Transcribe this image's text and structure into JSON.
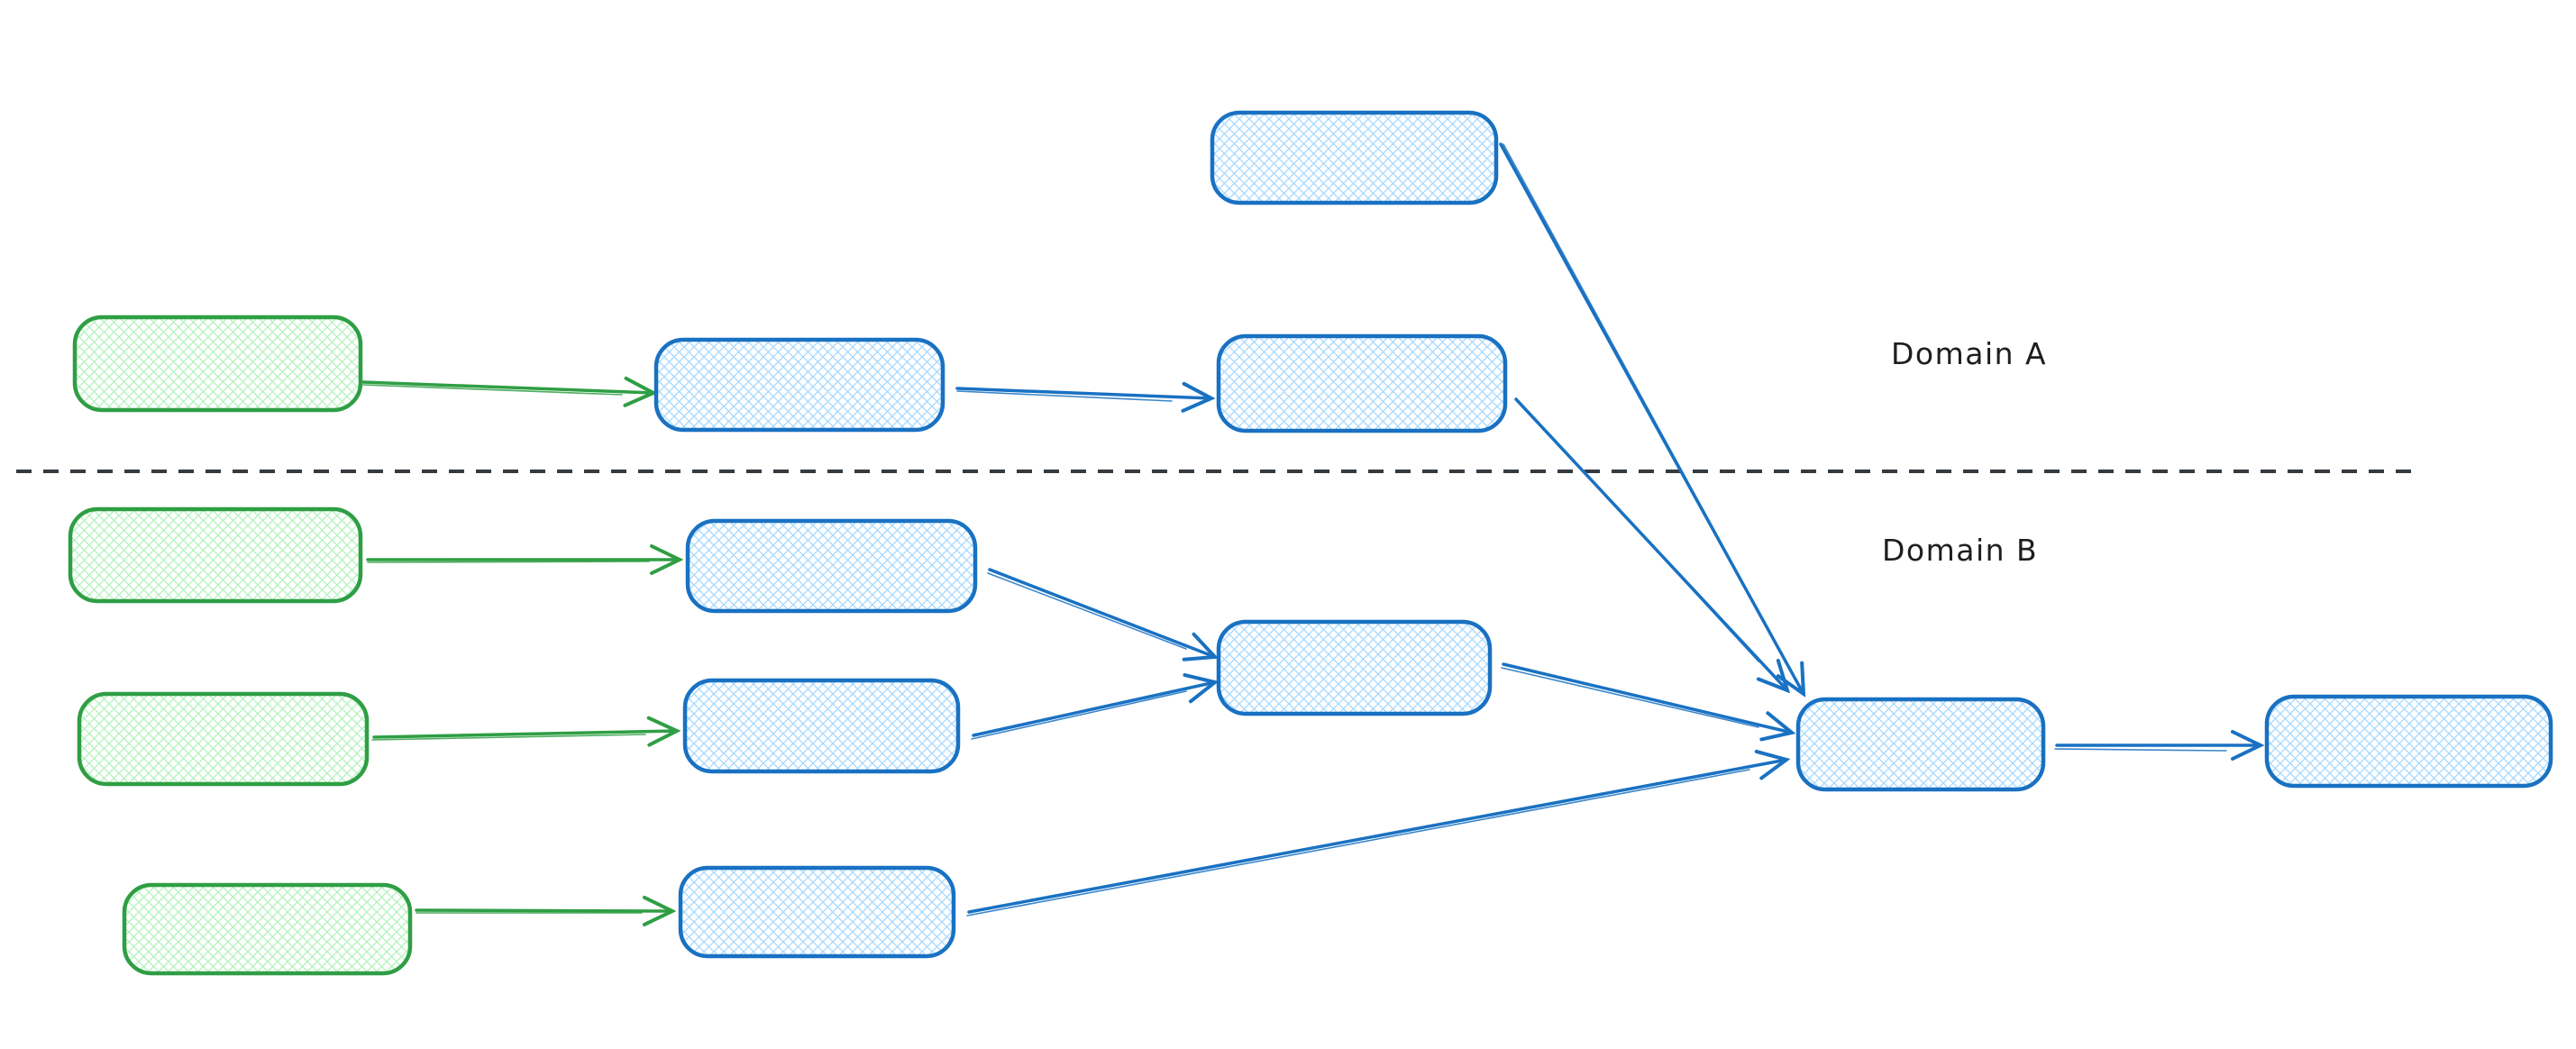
{
  "labels": {
    "domain_a": "Domain A",
    "domain_b": "Domain B"
  },
  "colors": {
    "background": "#ffffff",
    "node_blue_stroke": "#1971c2",
    "node_blue_fill": "#a5d8ff",
    "node_green_stroke": "#2f9e44",
    "node_green_fill": "#b2f2bb",
    "divider": "#343a40",
    "label_text": "#1e1e1e"
  },
  "nodes": [
    {
      "id": "blue-top",
      "color": "blue",
      "region": "domain-a",
      "fill_style": "cross-hatch"
    },
    {
      "id": "green-a",
      "color": "green",
      "region": "domain-a",
      "fill_style": "cross-hatch"
    },
    {
      "id": "blue-a1",
      "color": "blue",
      "region": "domain-a",
      "fill_style": "cross-hatch"
    },
    {
      "id": "blue-a2",
      "color": "blue",
      "region": "domain-a",
      "fill_style": "cross-hatch"
    },
    {
      "id": "green-b1",
      "color": "green",
      "region": "domain-b",
      "fill_style": "cross-hatch"
    },
    {
      "id": "blue-b1",
      "color": "blue",
      "region": "domain-b",
      "fill_style": "cross-hatch"
    },
    {
      "id": "green-b2",
      "color": "green",
      "region": "domain-b",
      "fill_style": "cross-hatch"
    },
    {
      "id": "blue-b2",
      "color": "blue",
      "region": "domain-b",
      "fill_style": "cross-hatch"
    },
    {
      "id": "green-b3",
      "color": "green",
      "region": "domain-b",
      "fill_style": "cross-hatch"
    },
    {
      "id": "blue-b3",
      "color": "blue",
      "region": "domain-b",
      "fill_style": "cross-hatch"
    },
    {
      "id": "blue-b-merge",
      "color": "blue",
      "region": "domain-b",
      "fill_style": "cross-hatch"
    },
    {
      "id": "blue-converge",
      "color": "blue",
      "region": "domain-b",
      "fill_style": "cross-hatch"
    },
    {
      "id": "blue-final",
      "color": "blue",
      "region": "domain-b",
      "fill_style": "cross-hatch"
    }
  ],
  "edges": [
    {
      "from": "green-a",
      "to": "blue-a1",
      "color": "green"
    },
    {
      "from": "blue-a1",
      "to": "blue-a2",
      "color": "blue"
    },
    {
      "from": "blue-top",
      "to": "blue-converge",
      "color": "blue"
    },
    {
      "from": "blue-a2",
      "to": "blue-converge",
      "color": "blue"
    },
    {
      "from": "green-b1",
      "to": "blue-b1",
      "color": "green"
    },
    {
      "from": "blue-b1",
      "to": "blue-b-merge",
      "color": "blue"
    },
    {
      "from": "green-b2",
      "to": "blue-b2",
      "color": "green"
    },
    {
      "from": "blue-b2",
      "to": "blue-b-merge",
      "color": "blue"
    },
    {
      "from": "blue-b-merge",
      "to": "blue-converge",
      "color": "blue"
    },
    {
      "from": "green-b3",
      "to": "blue-b3",
      "color": "green"
    },
    {
      "from": "blue-b3",
      "to": "blue-converge",
      "color": "blue"
    },
    {
      "from": "blue-converge",
      "to": "blue-final",
      "color": "blue"
    }
  ],
  "divider": {
    "style": "dashed",
    "orientation": "horizontal",
    "separates": [
      "Domain A",
      "Domain B"
    ]
  }
}
